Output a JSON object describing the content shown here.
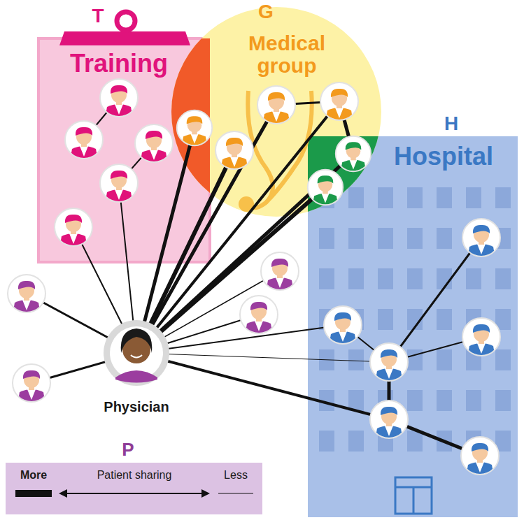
{
  "diagram": {
    "nodes": [
      {
        "text": [
          "T",
          "Training"
        ]
      },
      {
        "text": [
          "G",
          "Medical group"
        ]
      },
      {
        "text": [
          "H",
          "Hospital"
        ]
      },
      {
        "text": [
          "Physician"
        ]
      }
    ],
    "labels": [
      "P",
      "Patient sharing"
    ],
    "legend": [
      {
        "text": "More"
      },
      {
        "text": "Less"
      }
    ]
  }
}
